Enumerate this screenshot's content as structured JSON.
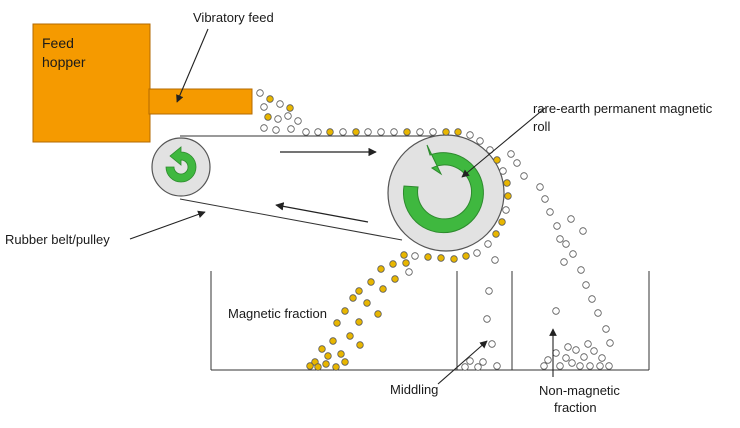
{
  "labels": {
    "vibratory_feed": "Vibratory feed",
    "hopper_line1": "Feed",
    "hopper_line2": "hopper",
    "roll_line1": "rare-earth permanent magnetic",
    "roll_line2": "roll",
    "belt": "Rubber belt/pulley",
    "magnetic": "Magnetic fraction",
    "middling": "Middling",
    "nonmag_line1": "Non-magnetic",
    "nonmag_line2": "fraction"
  },
  "colors": {
    "hopper": "#f59a00",
    "hopper_edge": "#b36a00",
    "roll_fill": "#e2e2e2",
    "arrow_green": "#3fb83f",
    "magnetic_particle": "#e8b600",
    "nonmagnetic_particle": "#ffffff",
    "line": "#333333"
  }
}
